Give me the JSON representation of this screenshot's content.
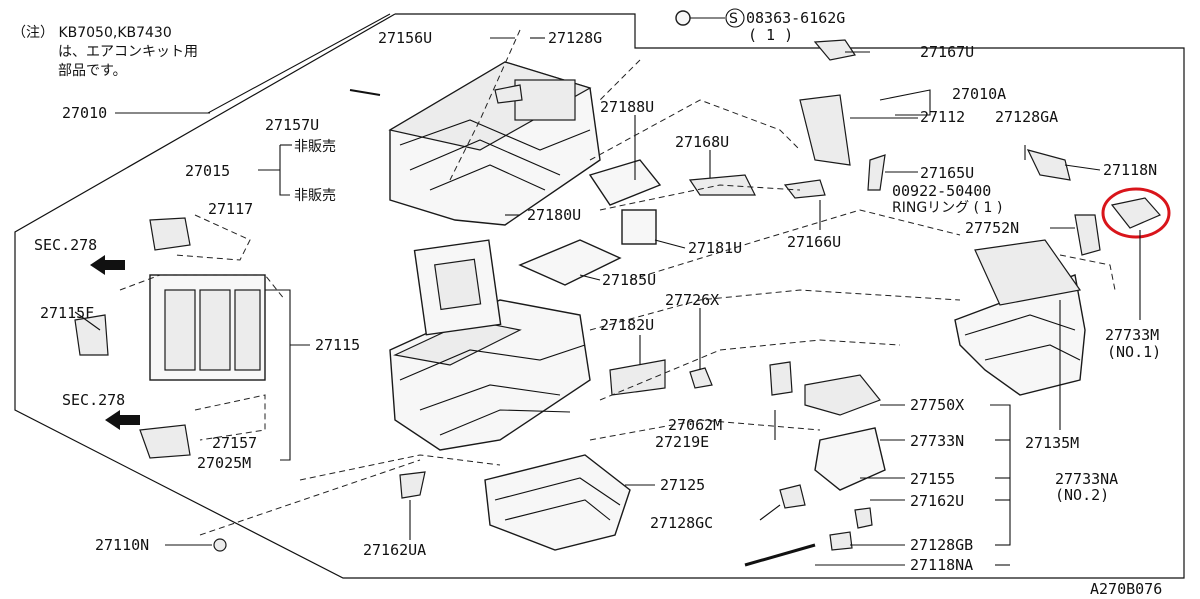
{
  "note": {
    "line1": "（注） KB7050,KB7430",
    "line2": "は、エアコンキット用",
    "line3": "部品です。"
  },
  "labels": {
    "p27156U": "27156U",
    "p27128G": "27128G",
    "p08363": "08363-6162G",
    "p08363_qty": "( 1 )",
    "s_mark": "S",
    "p27167U": "27167U",
    "p27010": "27010",
    "p27010A": "27010A",
    "p27157U": "27157U",
    "p27188U": "27188U",
    "p27112": "27112",
    "p27128GA": "27128GA",
    "p27015": "27015",
    "hibaibai1": "非販売",
    "hibaibai2": "非販売",
    "p27168U": "27168U",
    "p27165U": "27165U",
    "p27118N": "27118N",
    "p00922": "00922-50400",
    "ring": "RINGリング ( 1 )",
    "p27117": "27117",
    "p27180U": "27180U",
    "p27752N": "27752N",
    "sec278a": "SEC.278",
    "p27181U": "27181U",
    "p27166U": "27166U",
    "p27185U": "27185U",
    "p27115F": "27115F",
    "p27726X": "27726X",
    "p27733M": "27733M",
    "p27733M_no": "(NO.1)",
    "p27182U": "27182U",
    "p27115": "27115",
    "sec278b": "SEC.278",
    "p27750X": "27750X",
    "p27062M": "27062M",
    "p27135M": "27135M",
    "p27157": "27157",
    "p27219E": "27219E",
    "p27733N": "27733N",
    "p27025M": "27025M",
    "p27155": "27155",
    "p27733NA": "27733NA",
    "p27733NA_no": "(NO.2)",
    "p27125": "27125",
    "p27162U": "27162U",
    "p27128GC": "27128GC",
    "p27128GB": "27128GB",
    "p27110N": "27110N",
    "p27162UA": "27162UA",
    "p27118NA": "27118NA",
    "code": "A270B076"
  },
  "colors": {
    "line": "#111111",
    "highlight": "#d9151b",
    "background": "#ffffff"
  }
}
